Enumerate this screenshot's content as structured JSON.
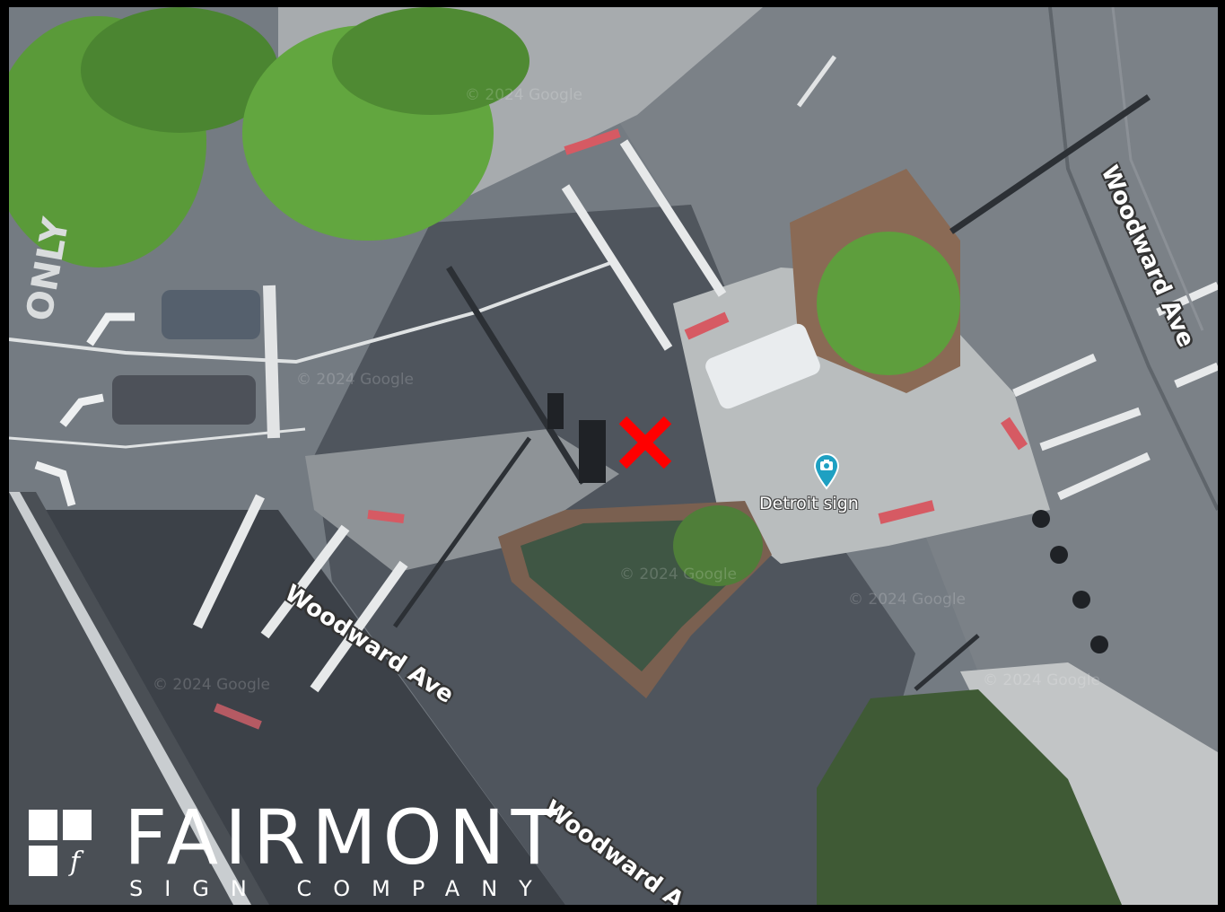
{
  "map": {
    "street_labels": {
      "left": "Woodward Ave",
      "right": "Woodward Ave",
      "bottom": "Woodward A"
    },
    "poi": {
      "label": "Detroit sign",
      "icon": "camera-pin-icon"
    },
    "marker": {
      "icon": "x-mark-icon",
      "color": "#ff0000"
    },
    "watermark": "© 2024 Google",
    "road_text": "ONLY"
  },
  "branding": {
    "name": "FAIRMONT",
    "tagline": "SIGN COMPANY",
    "mark_letter": "f"
  },
  "colors": {
    "road": "#6f767d",
    "sidewalk": "#b9bdbe",
    "grass": "#5c9440",
    "tree": "#62a63f",
    "crosswalk_red": "#d65a63",
    "poi": "#1ea0c2"
  }
}
